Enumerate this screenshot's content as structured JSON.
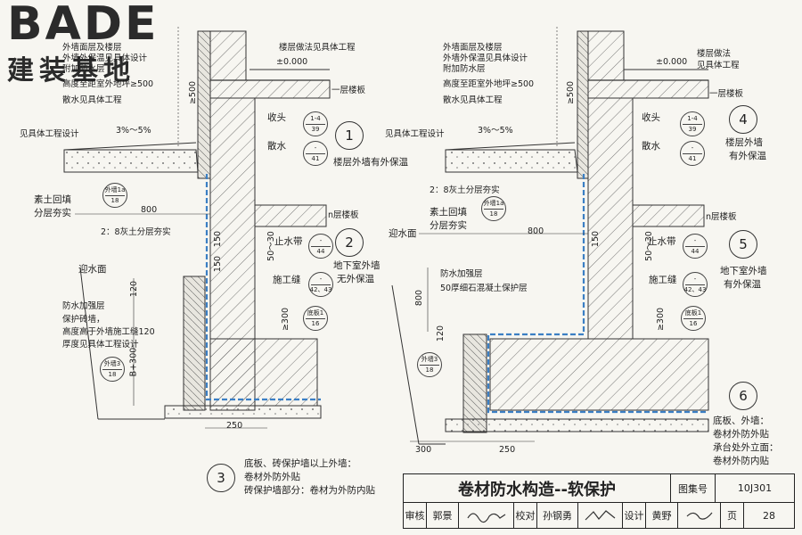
{
  "logo": {
    "top": "BADE",
    "bottom": "建装基地"
  },
  "detail_left": {
    "wall_finish": [
      "外墙面层及楼层",
      "外墙外保温见具体设计",
      "附加防水层"
    ],
    "height_above": "高度至距室外地坪≥500",
    "apron": "散水见具体工程",
    "floor_finish": "楼层做法见具体工程",
    "elevation": "±0.000",
    "first_floor": "一层楼板",
    "see_project": "见具体工程设计",
    "slope": "3%～5%",
    "dim_500": "≥500",
    "cap": "收头",
    "apron2": "散水",
    "ref_cap": [
      "1-4",
      "39"
    ],
    "ref_apron": [
      "-",
      "41"
    ],
    "backfill": [
      "素土回填",
      "分层夯实"
    ],
    "ref_wall1a": [
      "外墙1a",
      "18"
    ],
    "dim_800": "800",
    "lime_soil": "2：8灰土分层夯实",
    "n_floor": "n层楼板",
    "waterstop": "止水带",
    "ref_waterstop": [
      "-",
      "44"
    ],
    "construction_joint": "施工缝",
    "ref_joint": [
      "-",
      "42、43"
    ],
    "dim_150a": "150",
    "dim_150b": "150",
    "dim_3050": "50～30",
    "facing_water": "迎水面",
    "reinforce": "防水加强层",
    "protect_wall": "保护砖墙，",
    "protect_height": "高度高于外墙施工缝120",
    "protect_thick": "厚度见具体工程设计",
    "dim_120": "120",
    "dim_b300": "B+300",
    "ref_wall3": [
      "外墙3",
      "18"
    ],
    "ref_floor1": [
      "底板1",
      "16"
    ],
    "dim_300": "≥300",
    "dim_250": "250"
  },
  "detail_right": {
    "wall_finish": [
      "外墙面层及楼层",
      "外墙外保温见具体设计",
      "附加防水层"
    ],
    "height_above": "高度至距室外地坪≥500",
    "apron": "散水见具体工程",
    "floor_finish": [
      "楼层做法",
      "见具体工程"
    ],
    "elevation": "±0.000",
    "first_floor": "一层楼板",
    "see_project": "见具体工程设计",
    "slope": "3%～5%",
    "dim_500": "≥500",
    "cap": "收头",
    "apron2": "散水",
    "ref_cap": [
      "1-4",
      "39"
    ],
    "ref_apron": [
      "-",
      "41"
    ],
    "lime_soil": "2：8灰土分层夯实",
    "ref_wall1a": [
      "外墙1a",
      "18"
    ],
    "backfill": [
      "素土回填",
      "分层夯实"
    ],
    "facing_water": "迎水面",
    "dim_800": "800",
    "n_floor": "n层楼板",
    "waterstop": "止水带",
    "ref_waterstop": [
      "-",
      "44"
    ],
    "reinforce": "防水加强层",
    "protect_layer": "50厚细石混凝土保护层",
    "construction_joint": "施工缝",
    "ref_joint": [
      "-",
      "42、43"
    ],
    "dim_800b": "800",
    "dim_120": "120",
    "ref_wall3": [
      "外墙3",
      "18"
    ],
    "ref_floor1": [
      "底板1",
      "16"
    ],
    "dim_150": "150",
    "dim_3050": "50～30",
    "dim_300": "≥300",
    "dim_300b": "300",
    "dim_250": "250"
  },
  "callouts": {
    "c1": {
      "num": "1",
      "text": "楼层外墙有外保温"
    },
    "c2": {
      "num": "2",
      "text": [
        "地下室外墙",
        "无外保温"
      ]
    },
    "c3": {
      "num": "3",
      "text": [
        "底板、砖保护墙以上外墙：",
        "卷材外防外贴",
        "砖保护墙部分：卷材为外防内贴"
      ]
    },
    "c4": {
      "num": "4",
      "text": [
        "楼层外墙",
        "有外保温"
      ]
    },
    "c5": {
      "num": "5",
      "text": [
        "地下室外墙",
        "有外保温"
      ]
    },
    "c6": {
      "num": "6",
      "text": [
        "底板、外墙：",
        "卷材外防外贴",
        "承台处外立面：",
        "卷材外防内贴"
      ]
    }
  },
  "titleblock": {
    "title": "卷材防水构造--软保护",
    "atlas_label": "图集号",
    "atlas_no": "10J301",
    "review_label": "审核",
    "review_name": "郭景",
    "check_label": "校对",
    "check_name": "孙钢勇",
    "design_label": "设计",
    "design_name": "黄野",
    "page_label": "页",
    "page_no": "28"
  },
  "colors": {
    "line": "#2a2a2a",
    "membrane": "#3b7fc4",
    "paper": "#f7f6f1"
  }
}
